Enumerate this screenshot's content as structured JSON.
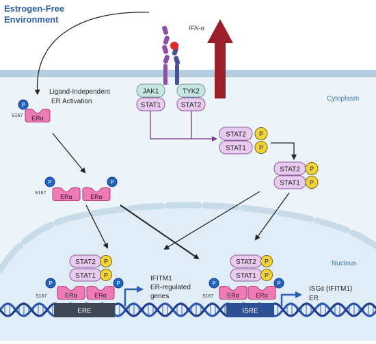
{
  "env_title": [
    "Estrogen-Free",
    "Environment"
  ],
  "ifn_label": "IFN-α",
  "cytoplasm_label": "Cytoplasm",
  "nucleus_label": "Nucleus",
  "ligand_label": [
    "Ligand-Independent",
    "ER Activation"
  ],
  "receptor": {
    "jak1": "JAK1",
    "tyk2": "TYK2",
    "stat1": "STAT1",
    "stat2": "STAT2"
  },
  "stat2": "STAT2",
  "stat1": "STAT1",
  "p": "P",
  "era": "ERα",
  "s167": "S167",
  "ere": "ERE",
  "isre": "ISRE",
  "ere_target": [
    "IFITM1",
    "ER-regulated",
    "genes"
  ],
  "isre_target": [
    "ISGs (IFITM1)",
    "ER"
  ],
  "colors": {
    "title": "#2e5fa3",
    "membrane": "#b5cfe0",
    "cell_fill": "#e8f1f7",
    "nucleus_fill": "#e3eef6",
    "nucleus_edge": "#c7dbe9",
    "stat": "#e9cbef",
    "stat_edge": "#8a5c9a",
    "jak": "#c8e6e2",
    "phospho_yellow": "#f3d33a",
    "phospho_blue": "#1f63c7",
    "er": "#ee7ab6",
    "er_edge": "#b0336e",
    "dna1": "#1d3e8f",
    "dna2": "#2a54ad",
    "ifn_arrow": "#9b1f2a",
    "pathway": "#7c3a8e",
    "arrow": "#222222",
    "gene_arrow": "#2b5fae"
  }
}
